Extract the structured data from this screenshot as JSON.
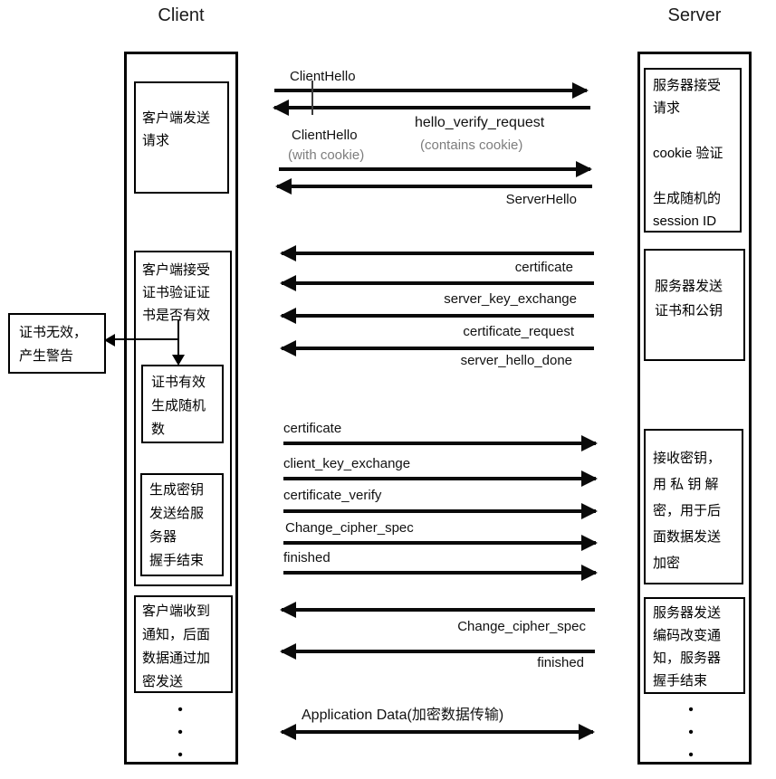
{
  "titles": {
    "client": "Client",
    "server": "Server"
  },
  "client": {
    "box_request": "客户端发送\n请求",
    "box_verify": "客户端接受\n证书验证证\n书是否有效",
    "box_valid": "证书有效\n生成随机\n数",
    "box_genkey": "生成密钥\n发送给服\n务器\n握手结束",
    "box_notify": "客户端收到\n通知，后面\n数据通过加\n密发送"
  },
  "warning": "证书无效，\n产生警告",
  "server": {
    "box_accept": "服务器接受\n请求\n\ncookie 验证\n\n生成随机的\nsession ID",
    "box_send_cert": "服务器发送\n证书和公钥",
    "box_recv_key": "接收密钥，\n用 私 钥 解\n密，用于后\n面数据发送\n加密",
    "box_change": "服务器发送\n编码改变通\n知，服务器\n握手结束"
  },
  "messages": {
    "client_hello": "ClientHello",
    "hello_verify_request": "hello_verify_request",
    "contains_cookie": "(contains cookie)",
    "client_hello2": "ClientHello",
    "with_cookie": "(with cookie)",
    "server_hello": "ServerHello",
    "certificate_in": "certificate",
    "server_key_exchange": "server_key_exchange",
    "certificate_request": "certificate_request",
    "server_hello_done": "server_hello_done",
    "certificate_out": "certificate",
    "client_key_exchange": "client_key_exchange",
    "certificate_verify": "certificate_verify",
    "change_cipher_spec_out": "Change_cipher_spec",
    "finished_out": "finished",
    "change_cipher_spec_in": "Change_cipher_spec",
    "finished_in": "finished",
    "application_data": "Application Data(加密数据传输)"
  },
  "glyphs": {
    "dot": "•"
  },
  "colors": {
    "ink": "#000000",
    "muted": "#7d7d7d"
  }
}
